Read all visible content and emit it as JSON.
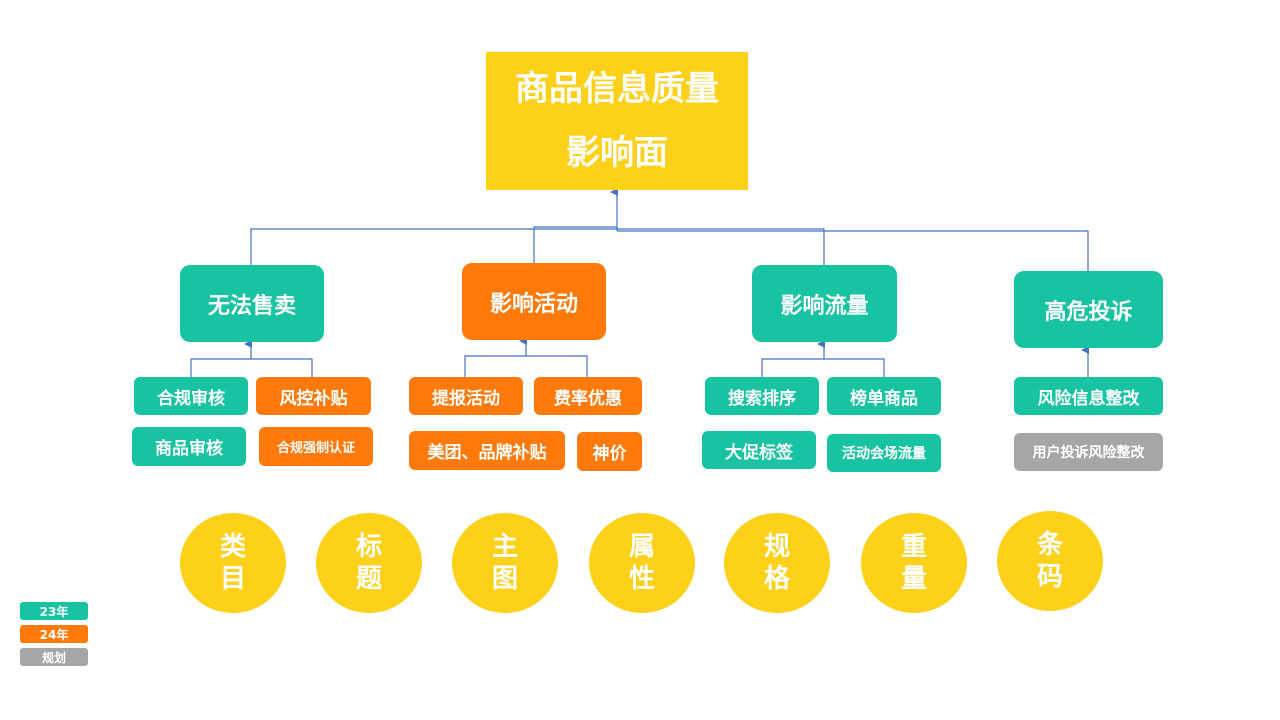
{
  "colors": {
    "green": "#17c3a0",
    "orange": "#ff7a0a",
    "gray": "#a6a6a6",
    "yellow": "#fdd019",
    "line": "#4472c4"
  },
  "root": {
    "line1": "商品信息质量",
    "line2": "影响面"
  },
  "categories": [
    {
      "label": "无法售卖",
      "color": "green"
    },
    {
      "label": "影响活动",
      "color": "orange"
    },
    {
      "label": "影响流量",
      "color": "green"
    },
    {
      "label": "高危投诉",
      "color": "green"
    }
  ],
  "items": [
    {
      "label": "合规审核",
      "color": "green"
    },
    {
      "label": "风控补贴",
      "color": "orange"
    },
    {
      "label": "商品审核",
      "color": "green"
    },
    {
      "label": "合规强制认证",
      "color": "orange"
    },
    {
      "label": "提报活动",
      "color": "orange"
    },
    {
      "label": "费率优惠",
      "color": "orange"
    },
    {
      "label": "美团、品牌补贴",
      "color": "orange"
    },
    {
      "label": "神价",
      "color": "orange"
    },
    {
      "label": "搜索排序",
      "color": "green"
    },
    {
      "label": "榜单商品",
      "color": "green"
    },
    {
      "label": "大促标签",
      "color": "green"
    },
    {
      "label": "活动会场流量",
      "color": "green"
    },
    {
      "label": "风险信息整改",
      "color": "green"
    },
    {
      "label": "用户投诉风险整改",
      "color": "gray"
    }
  ],
  "attributes": [
    {
      "line1": "类",
      "line2": "目"
    },
    {
      "line1": "标",
      "line2": "题"
    },
    {
      "line1": "主",
      "line2": "图"
    },
    {
      "line1": "属",
      "line2": "性"
    },
    {
      "line1": "规",
      "line2": "格"
    },
    {
      "line1": "重",
      "line2": "量"
    },
    {
      "line1": "条",
      "line2": "码"
    }
  ],
  "legend": [
    {
      "label": "23年",
      "color": "green"
    },
    {
      "label": "24年",
      "color": "orange"
    },
    {
      "label": "规划",
      "color": "gray"
    }
  ]
}
